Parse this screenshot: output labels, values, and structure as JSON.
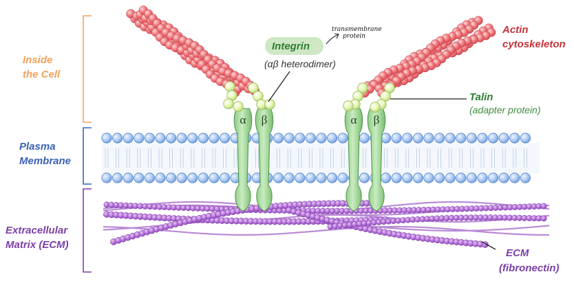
{
  "regions": {
    "inside_cell": [
      "Inside",
      "the Cell"
    ],
    "plasma_membrane": [
      "Plasma",
      "Membrane"
    ],
    "ecm": [
      "Extracellular",
      "Matrix (ECM)"
    ]
  },
  "labels": {
    "integrin": "Integrin",
    "integrin_sub": "(αβ heterodimer)",
    "handwritten_note": [
      "transmembrane",
      "protein"
    ],
    "actin": [
      "Actin",
      "cytoskeleton"
    ],
    "talin": "Talin",
    "talin_sub": "(adapter protein)",
    "ecm_fiber": "ECM",
    "ecm_fiber_sub": "(fibronectin)"
  },
  "subunits": {
    "alpha": "α",
    "beta": "β"
  },
  "colors": {
    "inside_cell": "#f0a25a",
    "plasma_membrane": "#3a62b5",
    "ecm": "#7b3fa8",
    "actin": "#c8323a",
    "integrin": "#2f7d32",
    "talin": "#3f8a3f"
  }
}
